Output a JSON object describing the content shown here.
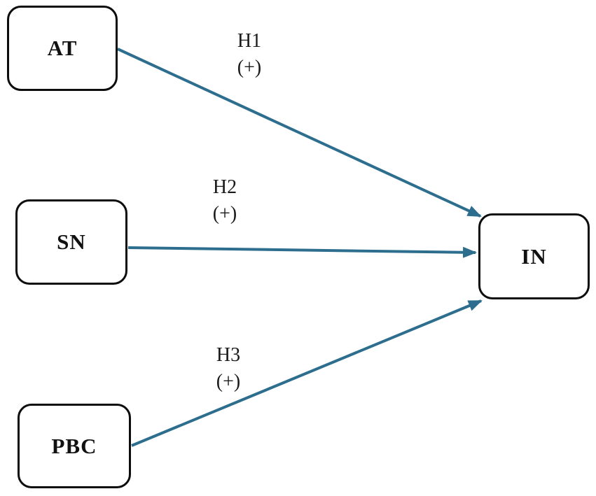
{
  "diagram": {
    "type": "path-model",
    "nodes": [
      {
        "id": "AT",
        "label": "AT"
      },
      {
        "id": "SN",
        "label": "SN"
      },
      {
        "id": "PBC",
        "label": "PBC"
      },
      {
        "id": "IN",
        "label": "IN"
      }
    ],
    "edges": [
      {
        "from": "AT",
        "to": "IN",
        "hypothesis": "H1",
        "sign": "(+)"
      },
      {
        "from": "SN",
        "to": "IN",
        "hypothesis": "H2",
        "sign": "(+)"
      },
      {
        "from": "PBC",
        "to": "IN",
        "hypothesis": "H3",
        "sign": "(+)"
      }
    ],
    "colors": {
      "arrow": "#2d6e8e",
      "box_border": "#0d0d0d",
      "text": "#1a1a1a",
      "background": "#ffffff"
    }
  }
}
